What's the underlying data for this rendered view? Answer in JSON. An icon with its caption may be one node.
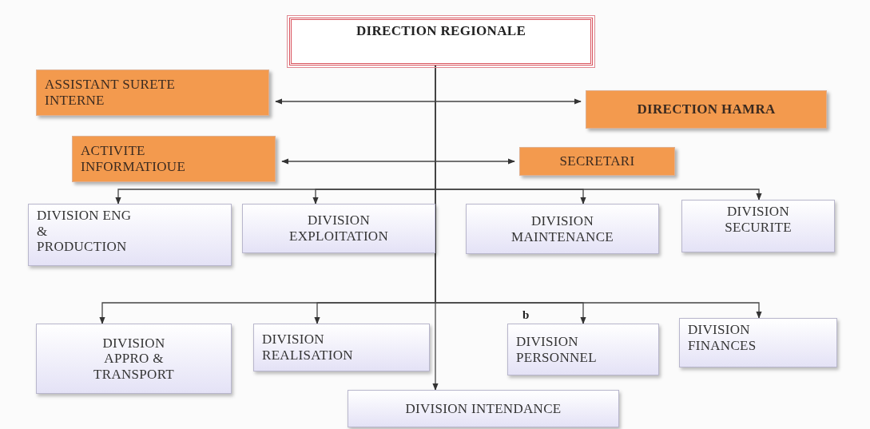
{
  "diagram": {
    "nodes": [
      {
        "text": [
          "DIRECTION REGIONALE"
        ]
      },
      {
        "text": [
          "ASSISTANT SURETE INTERNE"
        ]
      },
      {
        "text": [
          "DIRECTION HAMRA"
        ]
      },
      {
        "text": [
          "ACTIVITE INFORMATIOUE"
        ]
      },
      {
        "text": [
          "SECRETARI"
        ]
      },
      {
        "text": [
          "DIVISION ENG & PRODUCTION"
        ]
      },
      {
        "text": [
          "DIVISION EXPLOITATION"
        ]
      },
      {
        "text": [
          "DIVISION MAINTENANCE"
        ]
      },
      {
        "text": [
          "DIVISION SECURITE"
        ]
      },
      {
        "text": [
          "DIVISION APPRO & TRANSPORT"
        ]
      },
      {
        "text": [
          "DIVISION REALISATION"
        ]
      },
      {
        "text": [
          "DIVISION PERSONNEL"
        ]
      },
      {
        "text": [
          "DIVISION FINANCES"
        ]
      },
      {
        "text": [
          "DIVISION INTENDANCE"
        ]
      }
    ],
    "edges": [
      {
        "from": 0,
        "to": 1,
        "arrow": "to"
      },
      {
        "from": 0,
        "to": 2,
        "arrow": "to"
      },
      {
        "from": 0,
        "to": 3,
        "arrow": "to"
      },
      {
        "from": 0,
        "to": 4,
        "arrow": "to"
      },
      {
        "from": 0,
        "to": 5,
        "arrow": "to"
      },
      {
        "from": 0,
        "to": 6,
        "arrow": "to"
      },
      {
        "from": 0,
        "to": 7,
        "arrow": "to"
      },
      {
        "from": 0,
        "to": 8,
        "arrow": "to"
      },
      {
        "from": 0,
        "to": 9,
        "arrow": "to"
      },
      {
        "from": 0,
        "to": 10,
        "arrow": "to"
      },
      {
        "from": 0,
        "to": 11,
        "arrow": "to"
      },
      {
        "from": 0,
        "to": 12,
        "arrow": "to"
      },
      {
        "from": 0,
        "to": 13,
        "arrow": "to"
      }
    ],
    "labels": [
      "b"
    ]
  }
}
